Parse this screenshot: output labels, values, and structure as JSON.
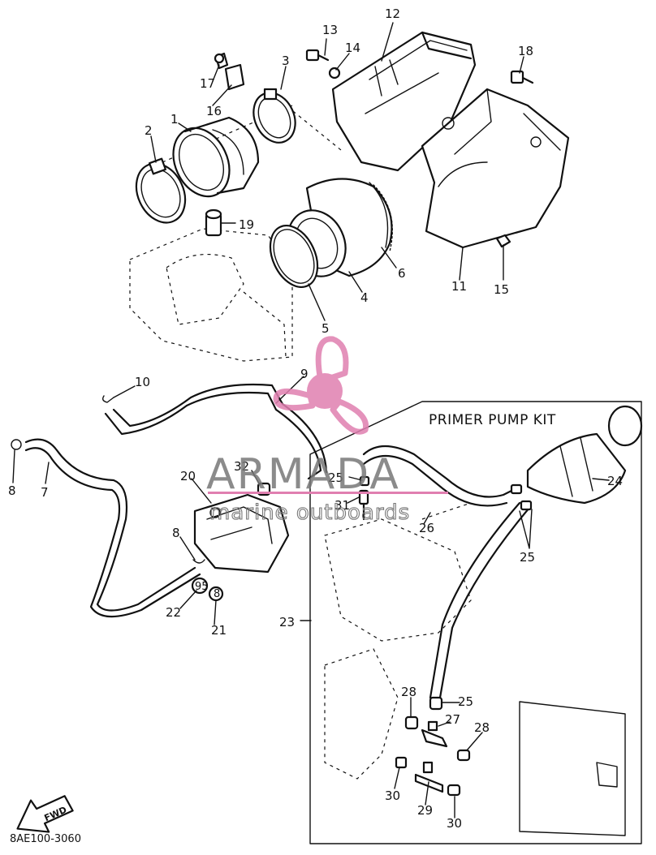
{
  "diagram": {
    "kit_title": "PRIMER PUMP KIT",
    "figure_code": "8AE100-3060",
    "direction_label": "FWD",
    "callouts": [
      {
        "id": "c13",
        "label": "13"
      },
      {
        "id": "c12",
        "label": "12"
      },
      {
        "id": "c14",
        "label": "14"
      },
      {
        "id": "c18",
        "label": "18"
      },
      {
        "id": "c3",
        "label": "3"
      },
      {
        "id": "c17",
        "label": "17"
      },
      {
        "id": "c16",
        "label": "16"
      },
      {
        "id": "c2",
        "label": "2"
      },
      {
        "id": "c1",
        "label": "1"
      },
      {
        "id": "c19",
        "label": "19"
      },
      {
        "id": "c6",
        "label": "6"
      },
      {
        "id": "c4",
        "label": "4"
      },
      {
        "id": "c5",
        "label": "5"
      },
      {
        "id": "c11",
        "label": "11"
      },
      {
        "id": "c15",
        "label": "15"
      },
      {
        "id": "c10",
        "label": "10"
      },
      {
        "id": "c9",
        "label": "9"
      },
      {
        "id": "c8a",
        "label": "8"
      },
      {
        "id": "c7",
        "label": "7"
      },
      {
        "id": "c20",
        "label": "20"
      },
      {
        "id": "c32",
        "label": "32"
      },
      {
        "id": "c8b",
        "label": "8"
      },
      {
        "id": "c22",
        "label": "22"
      },
      {
        "id": "c21",
        "label": "21"
      },
      {
        "id": "c25a",
        "label": "25"
      },
      {
        "id": "c31",
        "label": "31"
      },
      {
        "id": "c26",
        "label": "26"
      },
      {
        "id": "c24",
        "label": "24"
      },
      {
        "id": "c25b",
        "label": "25"
      },
      {
        "id": "c23",
        "label": "23"
      },
      {
        "id": "c28a",
        "label": "28"
      },
      {
        "id": "c25c",
        "label": "25"
      },
      {
        "id": "c27",
        "label": "27"
      },
      {
        "id": "c28b",
        "label": "28"
      },
      {
        "id": "c30a",
        "label": "30"
      },
      {
        "id": "c29",
        "label": "29"
      },
      {
        "id": "c30b",
        "label": "30"
      }
    ],
    "part_21_marking": "8",
    "part_22_marking": "95"
  },
  "watermark": {
    "brand": "ARMADA",
    "tagline": "marine outboards",
    "logo_color": "#e07fb0",
    "text_color": "#777777"
  }
}
